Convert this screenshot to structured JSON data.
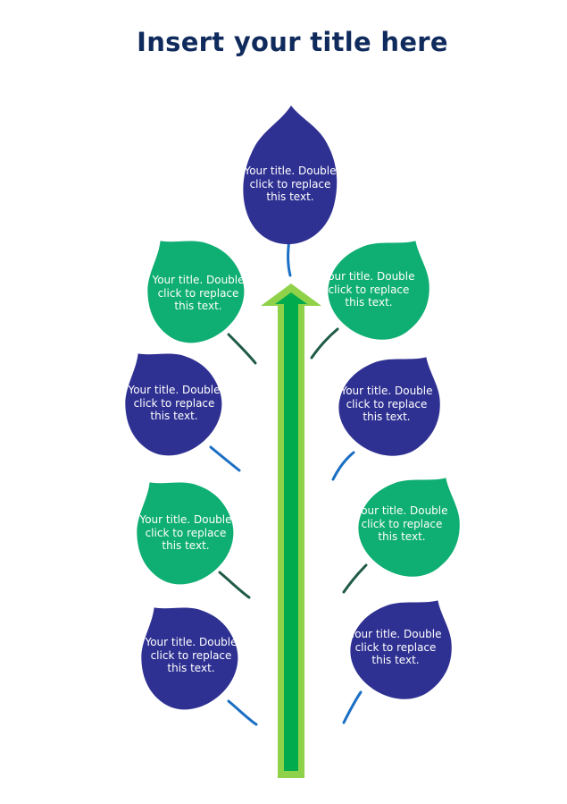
{
  "title": "Insert your title here",
  "colors": {
    "blue_leaf": "#2f3192",
    "green_leaf": "#0fae72",
    "arrow_outer": "#8fd24a",
    "arrow_inner": "#00ab4e",
    "stem_blue": "#1a6fc4",
    "stem_dark": "#1f5b45"
  },
  "leaves": [
    {
      "id": "top",
      "color": "blue",
      "text": "Your title. Double click to replace this text."
    },
    {
      "id": "left-1",
      "color": "green",
      "text": "Your title. Double click to replace this text."
    },
    {
      "id": "right-1",
      "color": "green",
      "text": "Your title. Double click to replace this text."
    },
    {
      "id": "left-2",
      "color": "blue",
      "text": "Your title. Double click to replace this text."
    },
    {
      "id": "right-2",
      "color": "blue",
      "text": "Your title. Double click to replace this text."
    },
    {
      "id": "left-3",
      "color": "green",
      "text": "Your title. Double click to replace this text."
    },
    {
      "id": "right-3",
      "color": "green",
      "text": "Your title. Double click to replace this text."
    },
    {
      "id": "left-4",
      "color": "blue",
      "text": "Your title. Double click to replace this text."
    },
    {
      "id": "right-4",
      "color": "blue",
      "text": "Your title. Double click to replace this text."
    }
  ]
}
